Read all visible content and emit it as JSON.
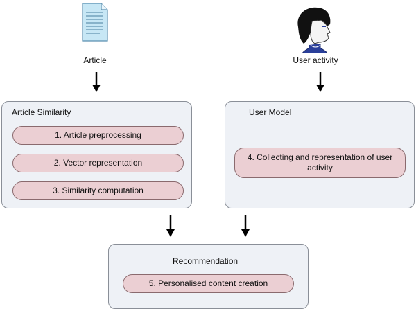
{
  "inputs": {
    "article_label": "Article",
    "user_label": "User activity",
    "article_icon": "document-icon",
    "user_icon": "user-head-icon"
  },
  "article_similarity": {
    "title": "Article Similarity",
    "steps": [
      "1. Article preprocessing",
      "2. Vector representation",
      "3. Similarity computation"
    ]
  },
  "user_model": {
    "title": "User Model",
    "step": "4. Collecting and representation of user activity"
  },
  "recommendation": {
    "title": "Recommendation",
    "step": "5. Personalised content creation"
  },
  "colors": {
    "panel_bg": "#eef1f6",
    "step_bg": "#ebcfd3",
    "icon_doc": "#bfe3f3"
  }
}
